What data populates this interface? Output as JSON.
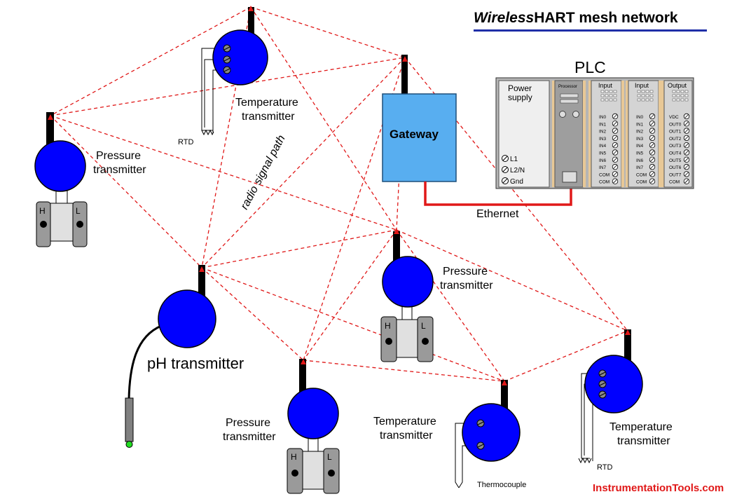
{
  "title": {
    "italic": "Wireless",
    "rest": "HART mesh network"
  },
  "plc": {
    "label": "PLC",
    "power_supply_line1": "Power",
    "power_supply_line2": "supply",
    "terminals": [
      "L1",
      "L2/N",
      "Gnd"
    ],
    "processor_label": "Processor",
    "input_label": "Input",
    "output_label": "Output",
    "input_channels": [
      "IN0",
      "IN1",
      "IN2",
      "IN3",
      "IN4",
      "IN5",
      "IN6",
      "IN7",
      "COM",
      "COM"
    ],
    "output_channels": [
      "VDC",
      "OUT0",
      "OUT1",
      "OUT2",
      "OUT3",
      "OUT4",
      "OUT5",
      "OUT6",
      "OUT7",
      "COM"
    ]
  },
  "gateway": {
    "label": "Gateway"
  },
  "ethernet_label": "Ethernet",
  "radio_label": "radio signal path",
  "devices": {
    "temp_top": {
      "line1": "Temperature",
      "line2": "transmitter",
      "sensor": "RTD"
    },
    "pressure_left": {
      "line1": "Pressure",
      "line2": "transmitter",
      "port_h": "H",
      "port_l": "L"
    },
    "pressure_center": {
      "line1": "Pressure",
      "line2": "transmitter",
      "port_h": "H",
      "port_l": "L"
    },
    "pressure_bottom": {
      "line1": "Pressure",
      "line2": "transmitter",
      "port_h": "H",
      "port_l": "L"
    },
    "ph": {
      "label": "pH transmitter"
    },
    "temp_bottom": {
      "line1": "Temperature",
      "line2": "transmitter",
      "sensor": "Thermocouple"
    },
    "temp_right": {
      "line1": "Temperature",
      "line2": "transmitter",
      "sensor": "RTD"
    }
  },
  "colors": {
    "device": "#0000ff",
    "radio": "#e01818",
    "gateway": "#58aef0",
    "ethernet": "#e01818",
    "title_underline": "#1f2fa8"
  },
  "credit": "InstrumentationTools.com"
}
